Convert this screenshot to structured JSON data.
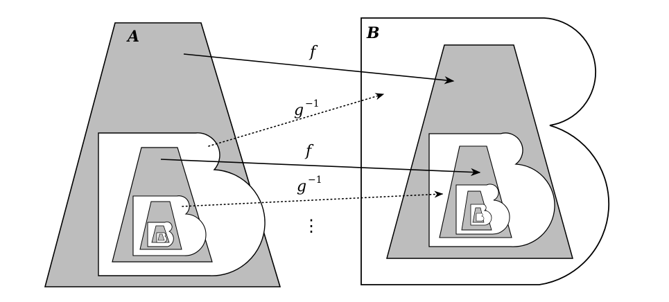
{
  "labels": {
    "set_a": "A",
    "set_b": "B",
    "map_f_upper": "f",
    "map_f_lower": "f",
    "map_g_upper": "g",
    "map_g_upper_exp": "−1",
    "map_g_lower": "g",
    "map_g_lower_exp": "−1",
    "continuation": "⋮"
  },
  "colors": {
    "fill_gray": "#bdbdbd",
    "fill_white": "#ffffff",
    "stroke": "#000000"
  },
  "nesting_levels": 5
}
